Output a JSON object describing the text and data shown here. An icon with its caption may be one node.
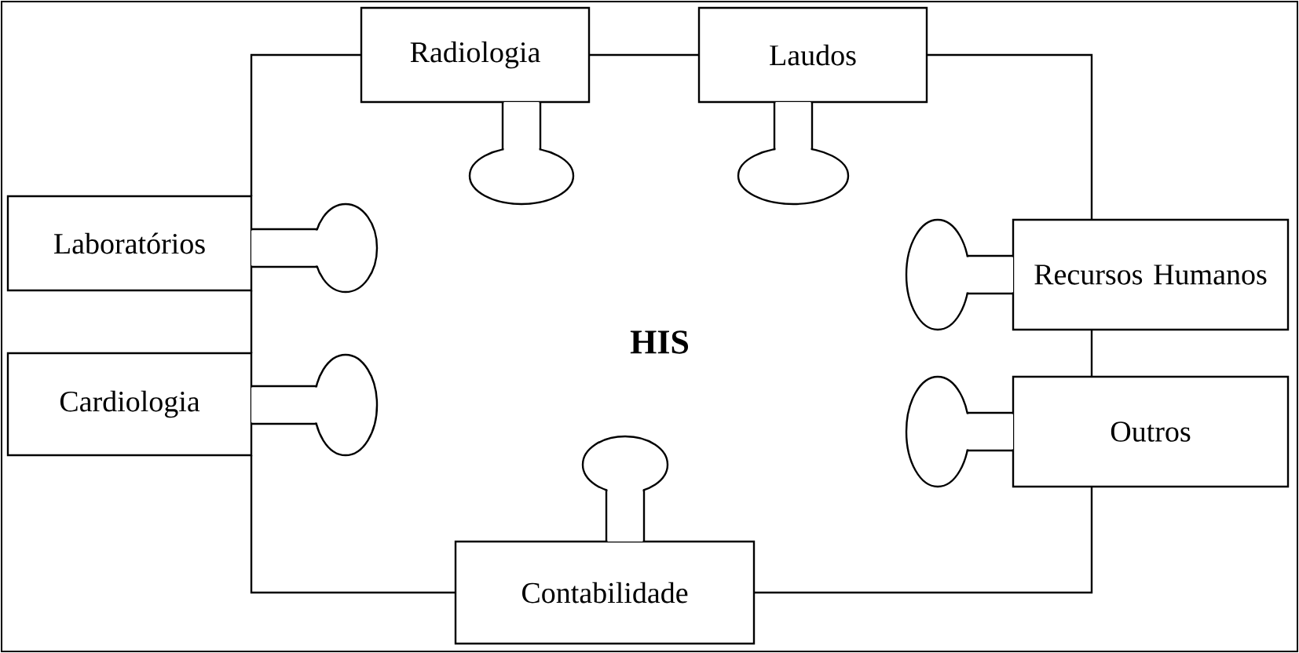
{
  "diagram": {
    "nodes": [
      {
        "text": [
          "Radiologia"
        ]
      },
      {
        "text": [
          "Laudos"
        ]
      },
      {
        "text": [
          "Laboratórios"
        ]
      },
      {
        "text": [
          "Recursos Humanos"
        ]
      },
      {
        "text": [
          "Cardiologia"
        ]
      },
      {
        "text": [
          "Outros"
        ]
      },
      {
        "text": [
          "Contabilidade"
        ]
      }
    ],
    "edges": [
      {
        "from": 0,
        "to": 1,
        "arrow": "none"
      },
      {
        "from": 0,
        "to": 2,
        "arrow": "none"
      },
      {
        "from": 2,
        "to": 4,
        "arrow": "none"
      },
      {
        "from": 4,
        "to": 6,
        "arrow": "none"
      },
      {
        "from": 6,
        "to": 5,
        "arrow": "none"
      },
      {
        "from": 5,
        "to": 3,
        "arrow": "none"
      },
      {
        "from": 3,
        "to": 1,
        "arrow": "none"
      }
    ],
    "labels": [
      "HIS"
    ]
  }
}
